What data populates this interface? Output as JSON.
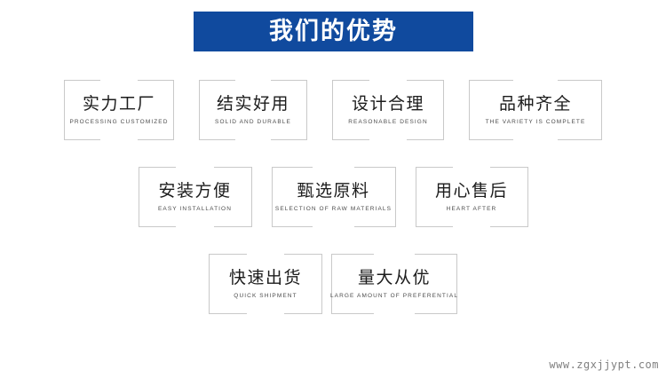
{
  "banner": {
    "title": "我们的优势",
    "background_color": "#104a9e",
    "text_color": "#ffffff"
  },
  "features": {
    "border_color": "#c9c9c9",
    "rows": [
      {
        "items": [
          {
            "cn": "实力工厂",
            "en": "PROCESSING CUSTOMIZED"
          },
          {
            "cn": "结实好用",
            "en": "SOLID AND DURABLE"
          },
          {
            "cn": "设计合理",
            "en": "REASONABLE DESIGN"
          },
          {
            "cn": "品种齐全",
            "en": "THE VARIETY IS COMPLETE"
          }
        ]
      },
      {
        "items": [
          {
            "cn": "安装方便",
            "en": "EASY INSTALLATION"
          },
          {
            "cn": "甄选原料",
            "en": "SELECTION OF RAW MATERIALS"
          },
          {
            "cn": "用心售后",
            "en": "HEART AFTER"
          }
        ]
      },
      {
        "items": [
          {
            "cn": "快速出货",
            "en": "QUICK SHIPMENT"
          },
          {
            "cn": "量大从优",
            "en": "LARGE AMOUNT OF PREFERENTIAL"
          }
        ]
      }
    ]
  },
  "footer": {
    "watermark": "www.zgxjjypt.com",
    "text_color": "#808080"
  }
}
